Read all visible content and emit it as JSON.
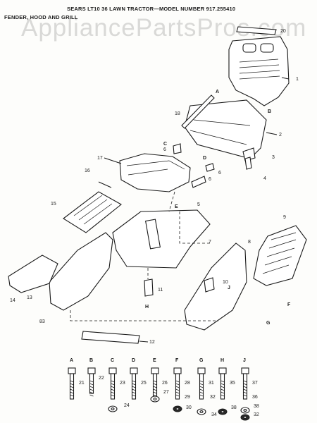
{
  "header": {
    "title": "SEARS LT10 36 LAWN TRACTOR—MODEL NUMBER 917.255410",
    "subtitle": "FENDER, HOOD AND GRILL"
  },
  "watermark": "AppliancePartsPros.com",
  "callouts": {
    "n1": "1",
    "n2": "2",
    "n3": "3",
    "n4": "4",
    "n5": "5",
    "n6a": "6",
    "n6b": "6",
    "n6c": "6",
    "n7": "7",
    "n8": "8",
    "n9": "9",
    "n10": "10",
    "n11": "11",
    "n12": "12",
    "n13": "13",
    "n14": "14",
    "n15": "15",
    "n16": "16",
    "n17": "17",
    "n18": "18",
    "n20": "20",
    "n83": "83"
  },
  "connectors": {
    "A": "A",
    "B": "B",
    "C": "C",
    "D": "D",
    "E": "E",
    "F": "F",
    "G": "G",
    "H": "H",
    "J": "J"
  },
  "hardware": {
    "letters": [
      "A",
      "B",
      "C",
      "D",
      "E",
      "F",
      "G",
      "H",
      "J"
    ],
    "numbers": [
      "21",
      "22",
      "23",
      "25",
      "26",
      "27",
      "28",
      "29",
      "30",
      "31",
      "32",
      "35",
      "36",
      "37",
      "38",
      "24",
      "38",
      "32",
      "34"
    ]
  }
}
